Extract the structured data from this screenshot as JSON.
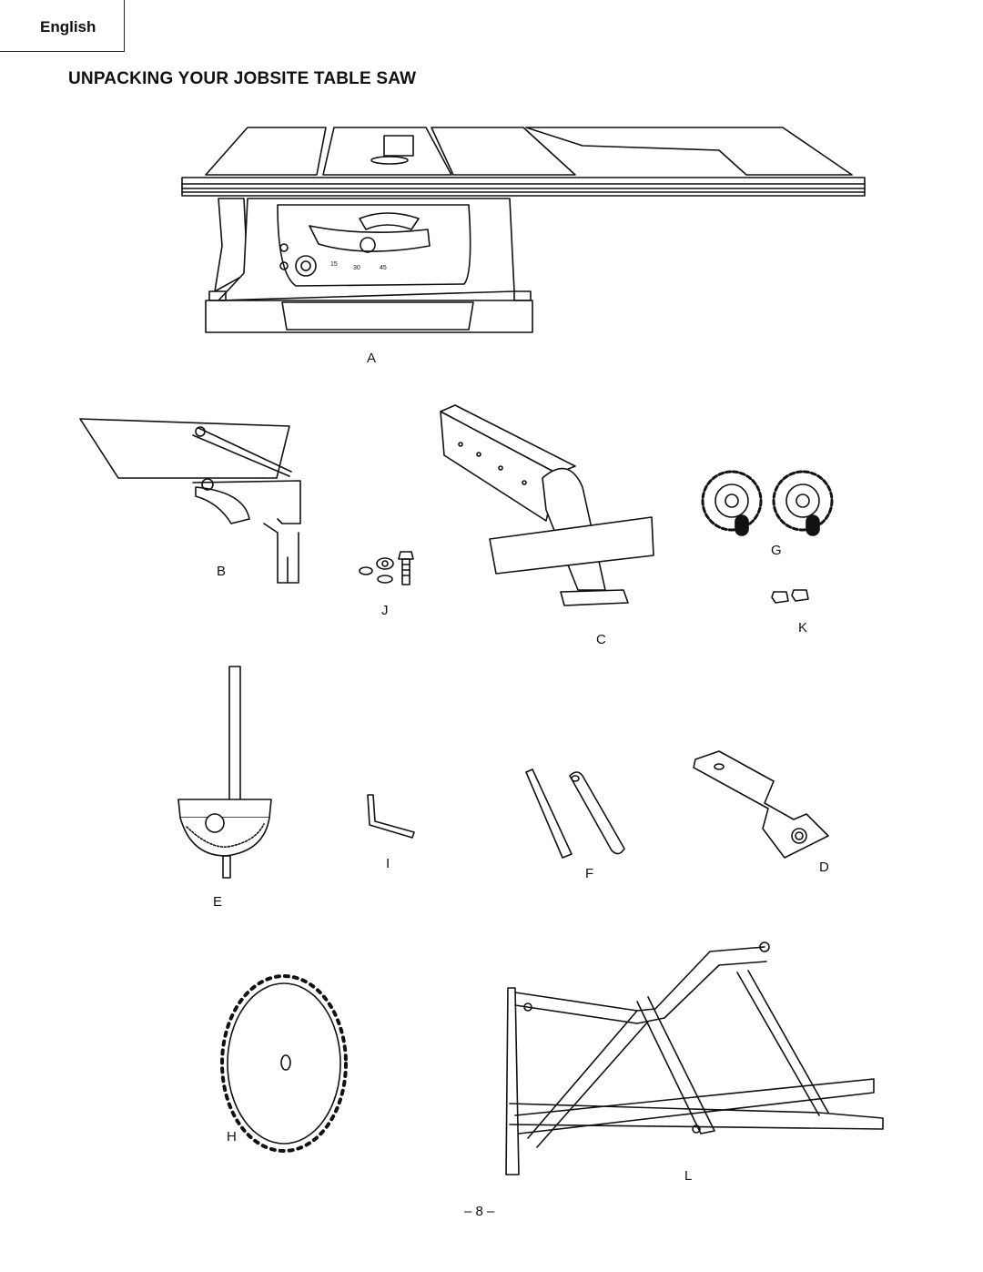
{
  "header": {
    "language_tab": "English"
  },
  "title": "UNPACKING YOUR JOBSITE TABLE SAW",
  "parts": {
    "A": "A",
    "B": "B",
    "C": "C",
    "D": "D",
    "E": "E",
    "F": "F",
    "G": "G",
    "H": "H",
    "I": "I",
    "J": "J",
    "K": "K",
    "L": "L"
  },
  "saw_scale": {
    "mark1": "15",
    "mark2": "30",
    "mark3": "45"
  },
  "footer": {
    "page_number": "– 8 –"
  }
}
